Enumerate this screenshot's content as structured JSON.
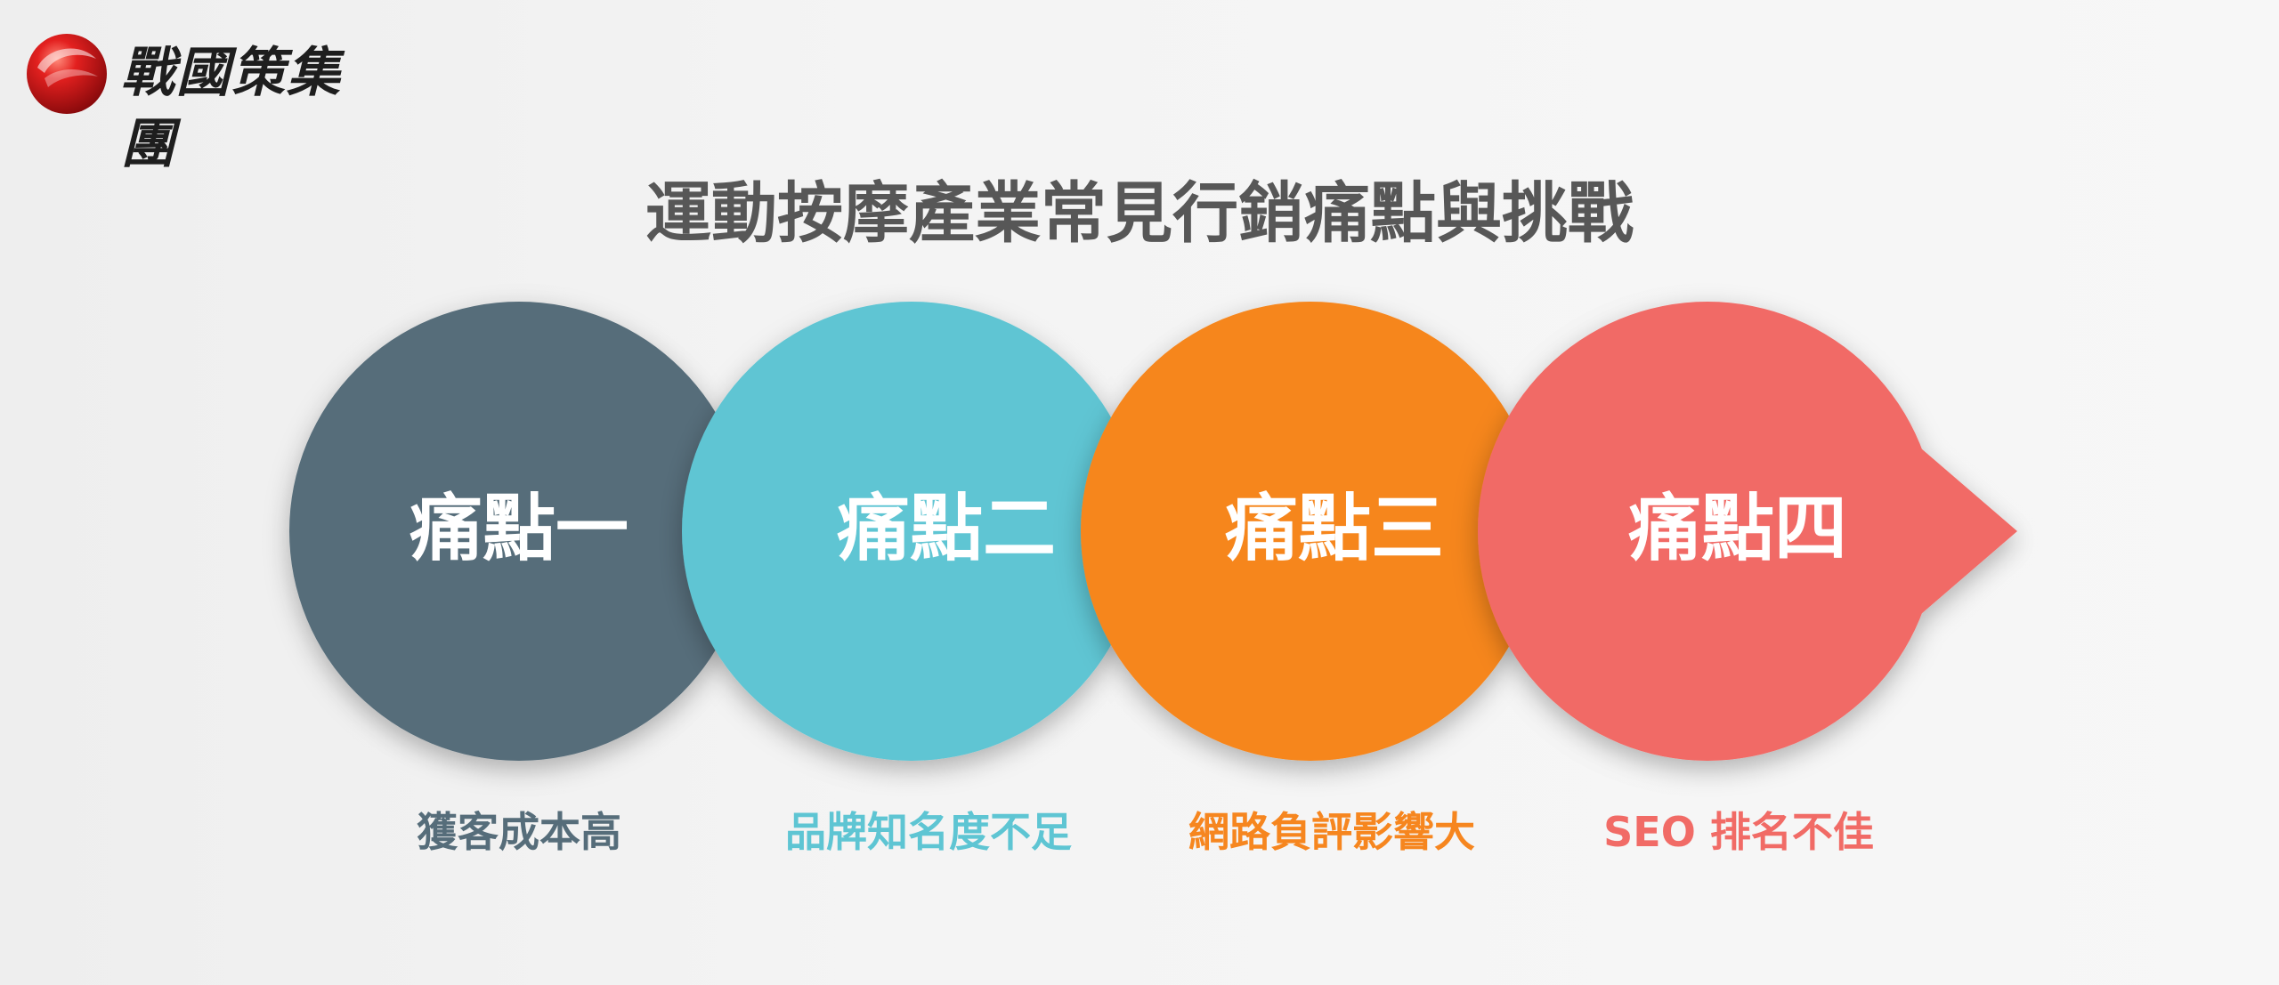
{
  "logo": {
    "text": "戰國策集團",
    "mark_color": "#d2141a"
  },
  "title": "運動按摩產業常見行銷痛點與挑戰",
  "pain_points": [
    {
      "label": "痛點一",
      "caption": "獲客成本高",
      "color": "#566d7a"
    },
    {
      "label": "痛點二",
      "caption": "品牌知名度不足",
      "color": "#5ec5d3"
    },
    {
      "label": "痛點三",
      "caption": "網路負評影響大",
      "color": "#f6861f"
    },
    {
      "label": "痛點四",
      "caption": "SEO 排名不佳",
      "color": "#f16b66"
    }
  ]
}
